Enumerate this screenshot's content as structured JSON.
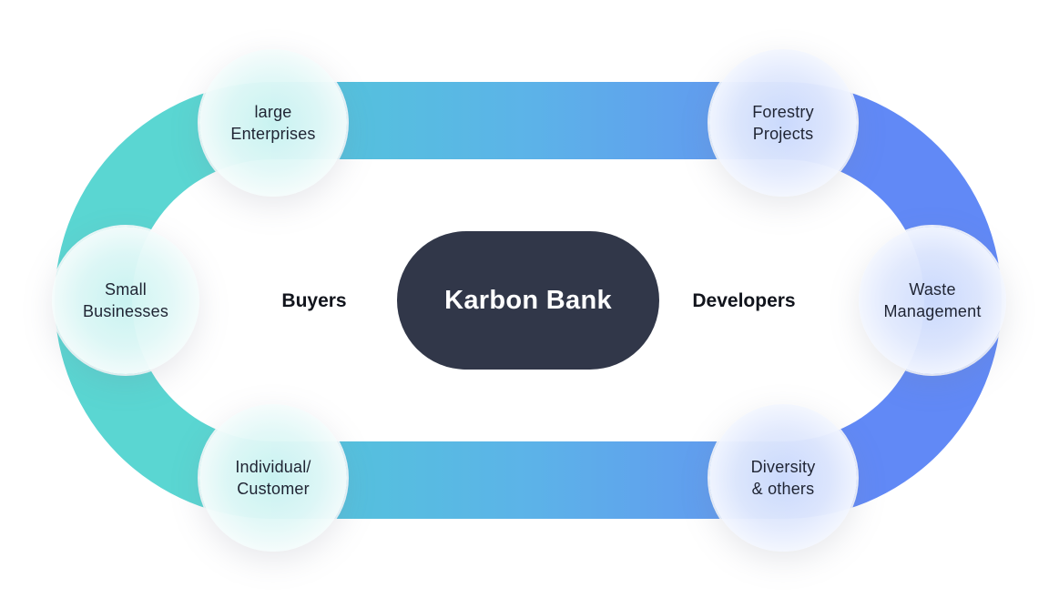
{
  "center": {
    "label": "Karbon Bank"
  },
  "sides": {
    "left": "Buyers",
    "right": "Developers"
  },
  "nodes": {
    "large_enterprises": "large\nEnterprises",
    "small_businesses": "Small\nBusinesses",
    "individual_customer": "Individual/\nCustomer",
    "forestry_projects": "Forestry\nProjects",
    "waste_management": "Waste\nManagement",
    "diversity_others": "Diversity\n& others"
  },
  "colors": {
    "teal": "#5ad8d1",
    "sky": "#5cb7e5",
    "blue": "#618af6",
    "center_fill": "#313749"
  }
}
